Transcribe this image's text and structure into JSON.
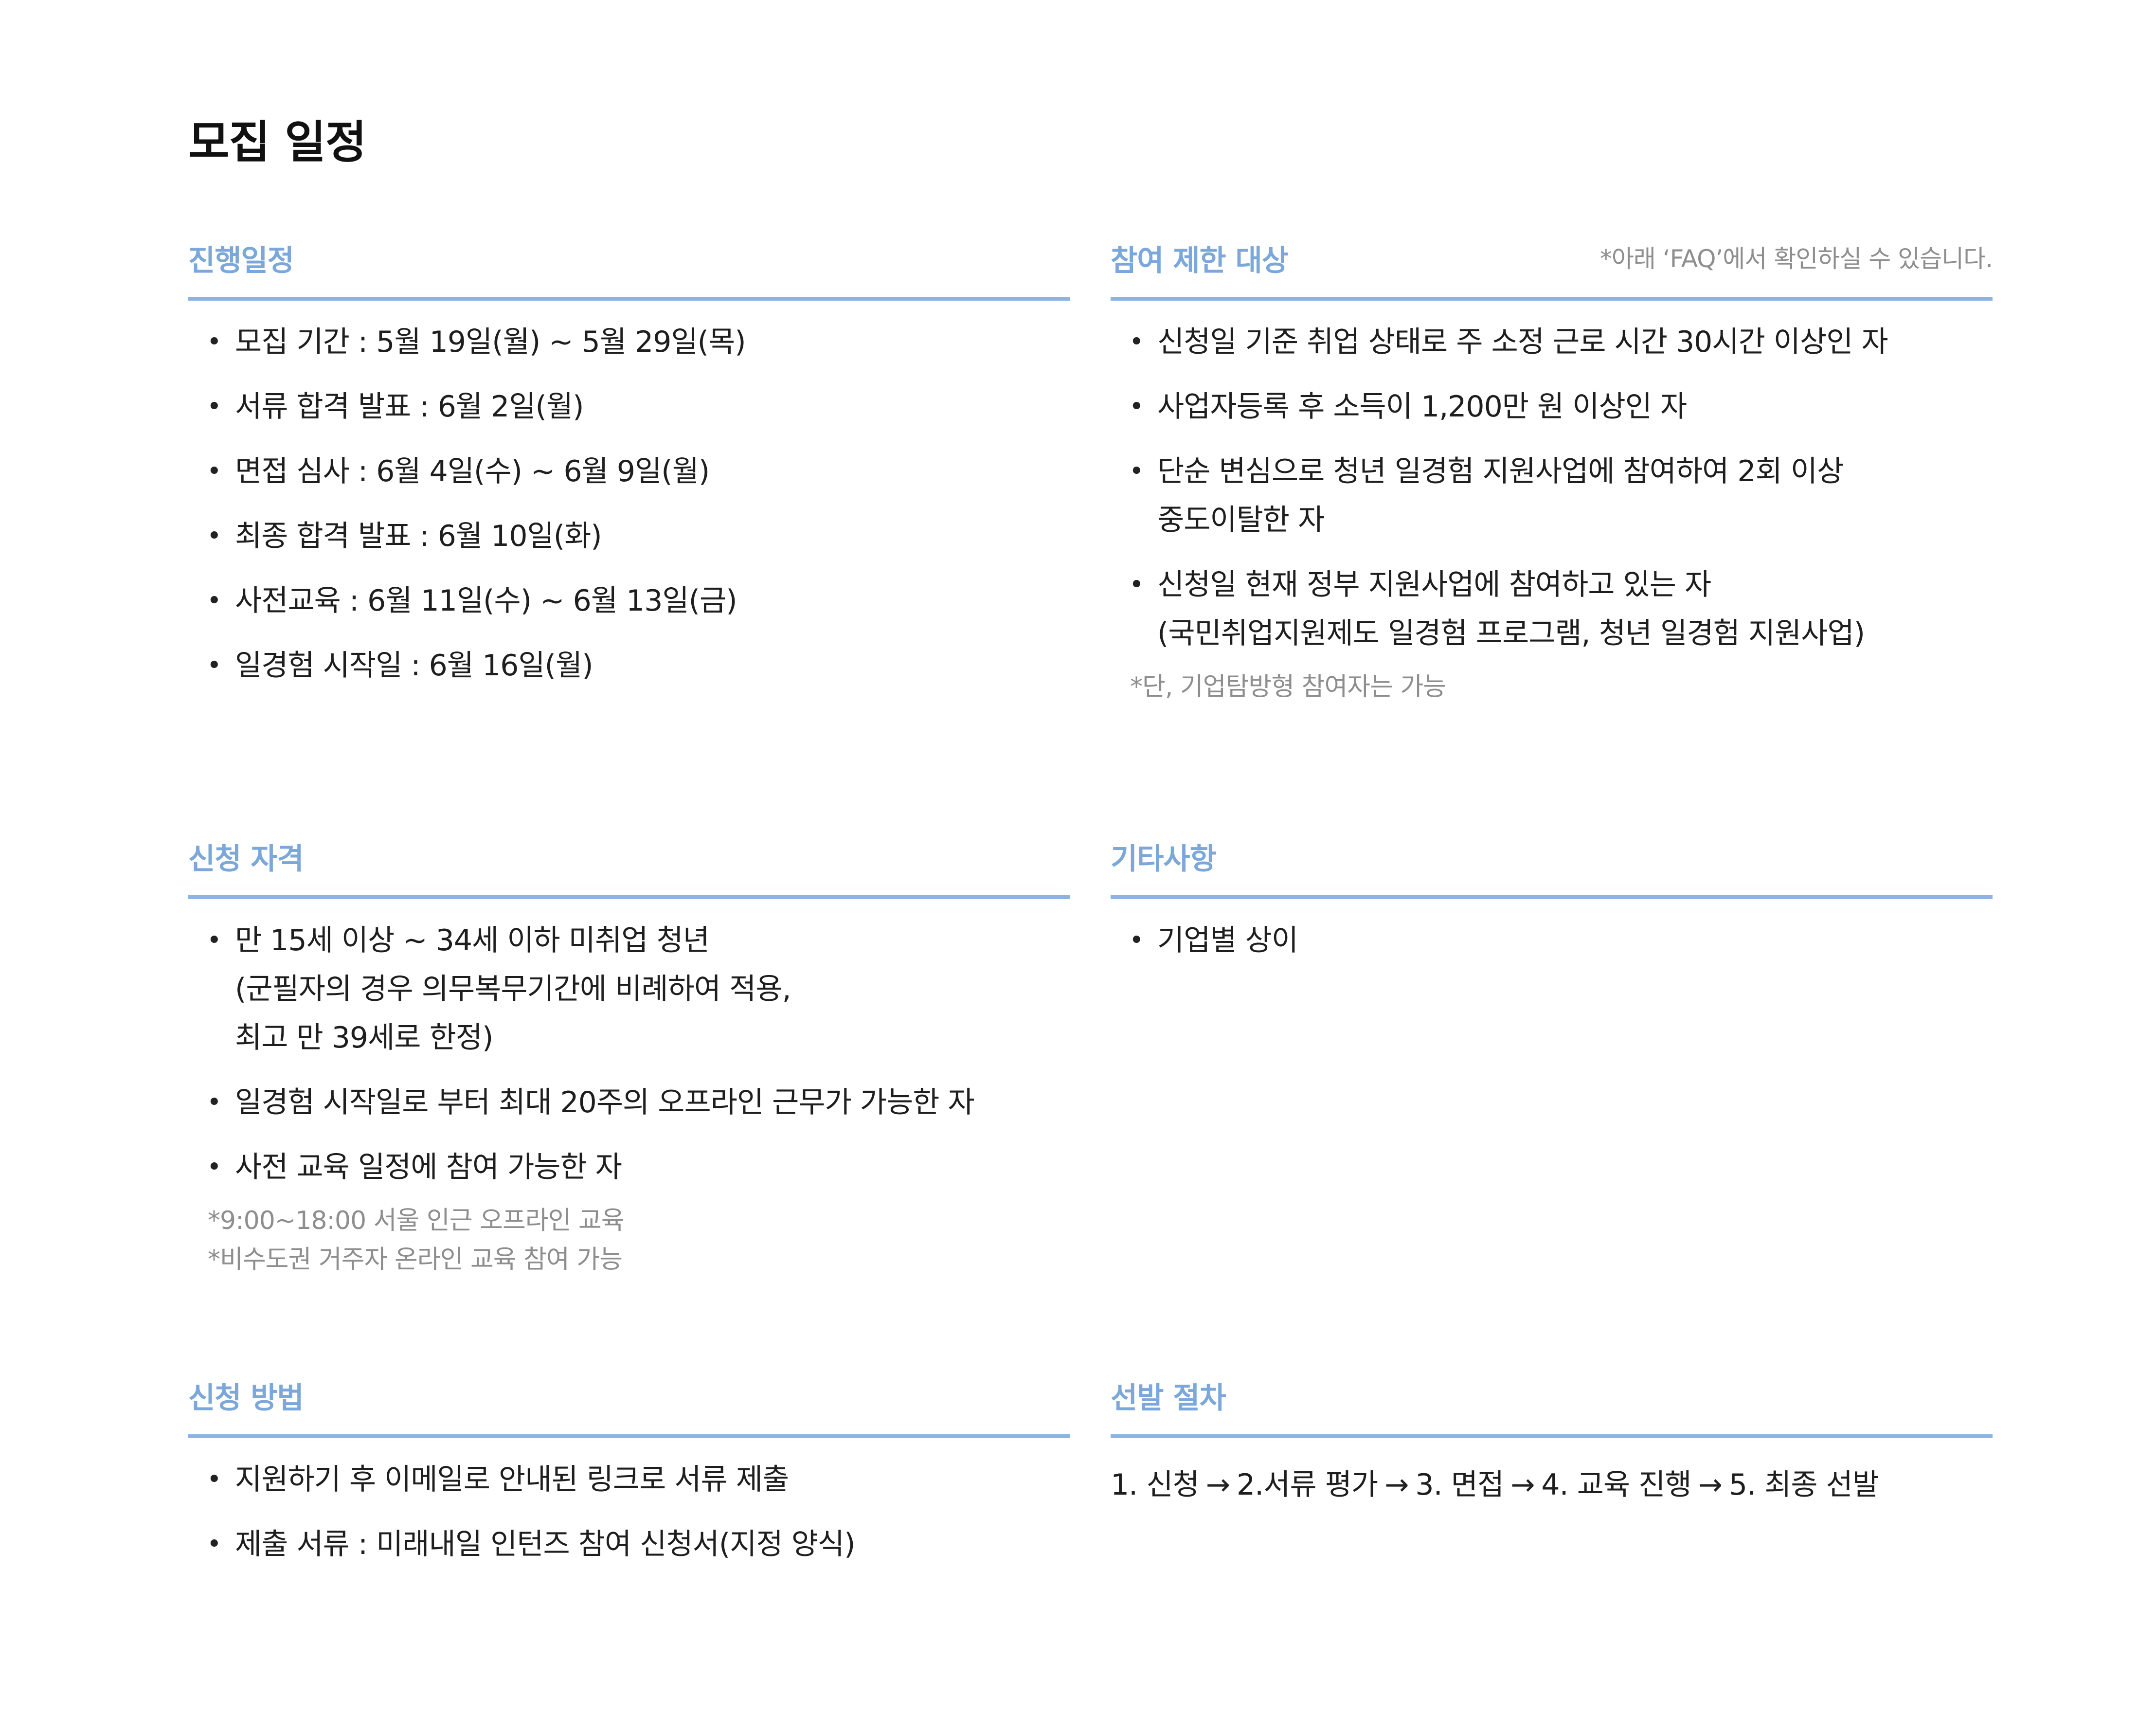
{
  "page_title": "모집 일정",
  "schedule": {
    "title": "진행일정",
    "items": [
      "모집 기간 : 5월 19일(월) ~ 5월 29일(목)",
      "서류 합격 발표 : 6월 2일(월)",
      "면접 심사 : 6월 4일(수) ~ 6월 9일(월)",
      "최종 합격 발표 : 6월 10일(화)",
      "사전교육 : 6월 11일(수) ~ 6월 13일(금)",
      "일경험 시작일 : 6월 16일(월)"
    ]
  },
  "restrictions": {
    "title": "참여 제한 대상",
    "note": "*아래 ‘FAQ’에서 확인하실 수 있습니다.",
    "items": [
      {
        "line1": "신청일 기준 취업 상태로 주 소정 근로 시간 30시간 이상인 자"
      },
      {
        "line1": "사업자등록 후 소득이 1,200만 원 이상인 자"
      },
      {
        "line1": "단순 변심으로 청년 일경험 지원사업에 참여하여 2회 이상",
        "line2": "중도이탈한 자"
      },
      {
        "line1": "신청일 현재 정부 지원사업에 참여하고 있는 자",
        "line2": "(국민취업지원제도 일경험 프로그램, 청년 일경험 지원사업)"
      }
    ],
    "footnote": "*단, 기업탐방형 참여자는 가능"
  },
  "eligibility": {
    "title": "신청 자격",
    "items": [
      {
        "line1": "만 15세 이상 ~ 34세 이하 미취업 청년",
        "line2": "(군필자의 경우 의무복무기간에 비례하여 적용,",
        "line3": "최고 만 39세로 한정)"
      },
      {
        "line1": "일경험 시작일로 부터 최대 20주의 오프라인 근무가 가능한 자"
      },
      {
        "line1": "사전 교육 일정에 참여 가능한 자"
      }
    ],
    "footnotes": [
      "*9:00~18:00 서울 인근 오프라인 교육",
      "*비수도권 거주자 온라인 교육 참여 가능"
    ]
  },
  "misc": {
    "title": "기타사항",
    "items": [
      "기업별 상이"
    ]
  },
  "method": {
    "title": "신청 방법",
    "items": [
      "지원하기 후 이메일로 안내된 링크로 서류 제출",
      "제출 서류 : 미래내일 인턴즈 참여 신청서(지정 양식)"
    ]
  },
  "selection": {
    "title": "선발 절차",
    "steps": [
      "1. 신청",
      "2.서류 평가",
      "3. 면접",
      "4. 교육 진행",
      "5. 최종 선발"
    ],
    "arrow": "→"
  },
  "bullet_glyph": "•",
  "colors": {
    "accent": "#8cb4e2",
    "section_title": "#7ba7db",
    "muted": "#8e8e8e"
  }
}
